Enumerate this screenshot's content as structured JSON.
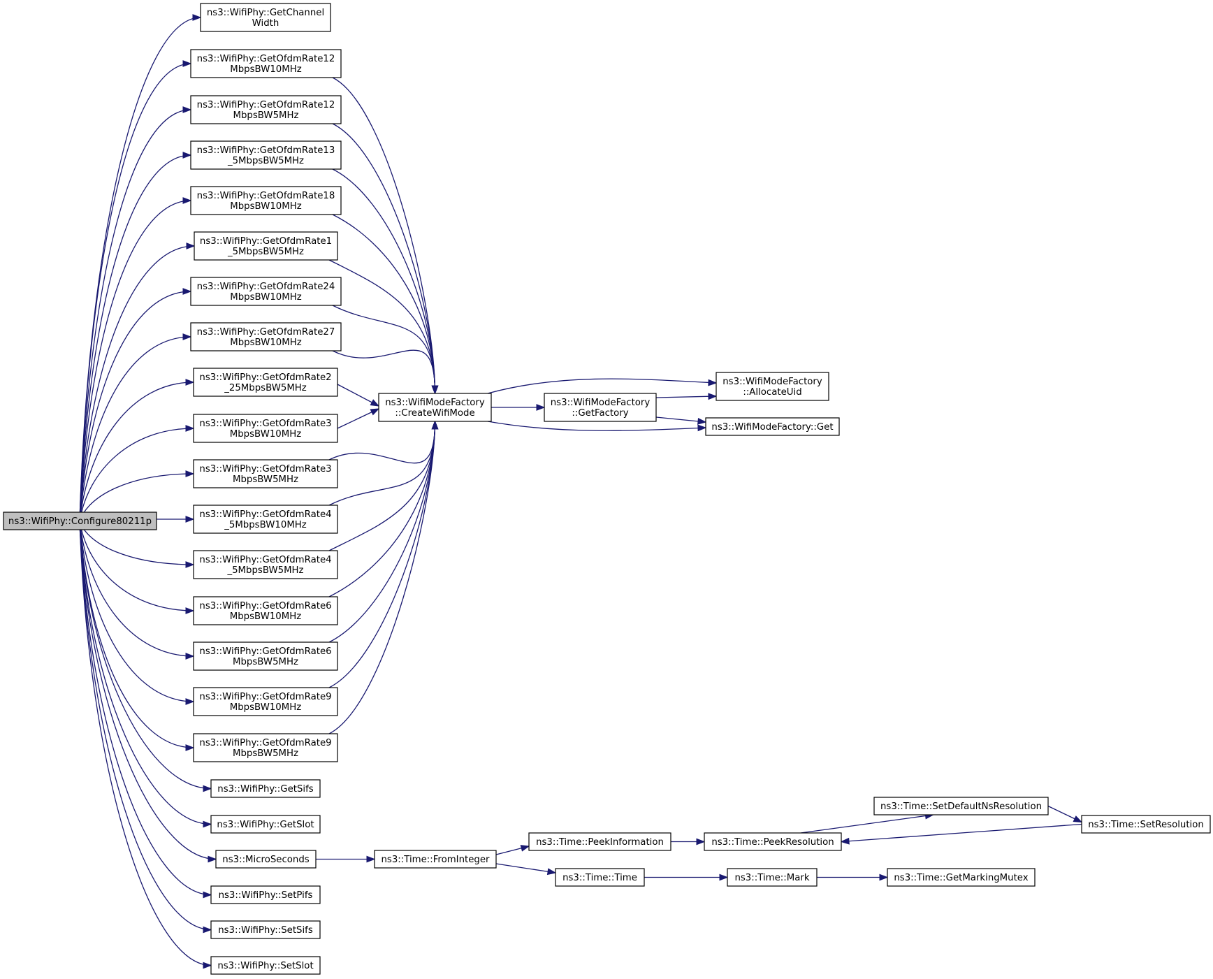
{
  "diagram": {
    "title": "",
    "colors": {
      "edge": "#191970",
      "node_border": "#000000",
      "root_fill": "#bfbfbf",
      "node_fill": "#ffffff",
      "background": "#ffffff"
    },
    "nodes": [
      {
        "id": "configure",
        "lines": [
          "ns3::WifiPhy::Configure80211p"
        ],
        "root": true
      },
      {
        "id": "getChannelWidth",
        "lines": [
          "ns3::WifiPhy::GetChannel",
          "Width"
        ]
      },
      {
        "id": "r12_10",
        "lines": [
          "ns3::WifiPhy::GetOfdmRate12",
          "MbpsBW10MHz"
        ]
      },
      {
        "id": "r12_5",
        "lines": [
          "ns3::WifiPhy::GetOfdmRate12",
          "MbpsBW5MHz"
        ]
      },
      {
        "id": "r13_5",
        "lines": [
          "ns3::WifiPhy::GetOfdmRate13",
          "_5MbpsBW5MHz"
        ]
      },
      {
        "id": "r18_10",
        "lines": [
          "ns3::WifiPhy::GetOfdmRate18",
          "MbpsBW10MHz"
        ]
      },
      {
        "id": "r1_5",
        "lines": [
          "ns3::WifiPhy::GetOfdmRate1",
          "_5MbpsBW5MHz"
        ]
      },
      {
        "id": "r24_10",
        "lines": [
          "ns3::WifiPhy::GetOfdmRate24",
          "MbpsBW10MHz"
        ]
      },
      {
        "id": "r27_10",
        "lines": [
          "ns3::WifiPhy::GetOfdmRate27",
          "MbpsBW10MHz"
        ]
      },
      {
        "id": "r2_25",
        "lines": [
          "ns3::WifiPhy::GetOfdmRate2",
          "_25MbpsBW5MHz"
        ]
      },
      {
        "id": "r3_10",
        "lines": [
          "ns3::WifiPhy::GetOfdmRate3",
          "MbpsBW10MHz"
        ]
      },
      {
        "id": "r3_5",
        "lines": [
          "ns3::WifiPhy::GetOfdmRate3",
          "MbpsBW5MHz"
        ]
      },
      {
        "id": "r4_10",
        "lines": [
          "ns3::WifiPhy::GetOfdmRate4",
          "_5MbpsBW10MHz"
        ]
      },
      {
        "id": "r4_5",
        "lines": [
          "ns3::WifiPhy::GetOfdmRate4",
          "_5MbpsBW5MHz"
        ]
      },
      {
        "id": "r6_10",
        "lines": [
          "ns3::WifiPhy::GetOfdmRate6",
          "MbpsBW10MHz"
        ]
      },
      {
        "id": "r6_5",
        "lines": [
          "ns3::WifiPhy::GetOfdmRate6",
          "MbpsBW5MHz"
        ]
      },
      {
        "id": "r9_10",
        "lines": [
          "ns3::WifiPhy::GetOfdmRate9",
          "MbpsBW10MHz"
        ]
      },
      {
        "id": "r9_5",
        "lines": [
          "ns3::WifiPhy::GetOfdmRate9",
          "MbpsBW5MHz"
        ]
      },
      {
        "id": "getSifs",
        "lines": [
          "ns3::WifiPhy::GetSifs"
        ]
      },
      {
        "id": "getSlot",
        "lines": [
          "ns3::WifiPhy::GetSlot"
        ]
      },
      {
        "id": "micro",
        "lines": [
          "ns3::MicroSeconds"
        ]
      },
      {
        "id": "setPifs",
        "lines": [
          "ns3::WifiPhy::SetPifs"
        ]
      },
      {
        "id": "setSifs",
        "lines": [
          "ns3::WifiPhy::SetSifs"
        ]
      },
      {
        "id": "setSlot",
        "lines": [
          "ns3::WifiPhy::SetSlot"
        ]
      },
      {
        "id": "create",
        "lines": [
          "ns3::WifiModeFactory",
          "::CreateWifiMode"
        ]
      },
      {
        "id": "getFactory",
        "lines": [
          "ns3::WifiModeFactory",
          "::GetFactory"
        ]
      },
      {
        "id": "alloc",
        "lines": [
          "ns3::WifiModeFactory",
          "::AllocateUid"
        ]
      },
      {
        "id": "wmfGet",
        "lines": [
          "ns3::WifiModeFactory::Get"
        ]
      },
      {
        "id": "fromInt",
        "lines": [
          "ns3::Time::FromInteger"
        ]
      },
      {
        "id": "peekInfo",
        "lines": [
          "ns3::Time::PeekInformation"
        ]
      },
      {
        "id": "timeTime",
        "lines": [
          "ns3::Time::Time"
        ]
      },
      {
        "id": "peekRes",
        "lines": [
          "ns3::Time::PeekResolution"
        ]
      },
      {
        "id": "mark",
        "lines": [
          "ns3::Time::Mark"
        ]
      },
      {
        "id": "setDef",
        "lines": [
          "ns3::Time::SetDefaultNsResolution"
        ]
      },
      {
        "id": "setRes",
        "lines": [
          "ns3::Time::SetResolution"
        ]
      },
      {
        "id": "getMut",
        "lines": [
          "ns3::Time::GetMarkingMutex"
        ]
      }
    ],
    "edges": [
      [
        "configure",
        "getChannelWidth"
      ],
      [
        "configure",
        "r12_10"
      ],
      [
        "configure",
        "r12_5"
      ],
      [
        "configure",
        "r13_5"
      ],
      [
        "configure",
        "r18_10"
      ],
      [
        "configure",
        "r1_5"
      ],
      [
        "configure",
        "r24_10"
      ],
      [
        "configure",
        "r27_10"
      ],
      [
        "configure",
        "r2_25"
      ],
      [
        "configure",
        "r3_10"
      ],
      [
        "configure",
        "r3_5"
      ],
      [
        "configure",
        "r4_10"
      ],
      [
        "configure",
        "r4_5"
      ],
      [
        "configure",
        "r6_10"
      ],
      [
        "configure",
        "r6_5"
      ],
      [
        "configure",
        "r9_10"
      ],
      [
        "configure",
        "r9_5"
      ],
      [
        "configure",
        "getSifs"
      ],
      [
        "configure",
        "getSlot"
      ],
      [
        "configure",
        "micro"
      ],
      [
        "configure",
        "setPifs"
      ],
      [
        "configure",
        "setSifs"
      ],
      [
        "configure",
        "setSlot"
      ],
      [
        "r12_10",
        "create"
      ],
      [
        "r12_5",
        "create"
      ],
      [
        "r13_5",
        "create"
      ],
      [
        "r18_10",
        "create"
      ],
      [
        "r1_5",
        "create"
      ],
      [
        "r24_10",
        "create"
      ],
      [
        "r27_10",
        "create"
      ],
      [
        "r2_25",
        "create"
      ],
      [
        "r3_10",
        "create"
      ],
      [
        "r3_5",
        "create"
      ],
      [
        "r4_10",
        "create"
      ],
      [
        "r4_5",
        "create"
      ],
      [
        "r6_10",
        "create"
      ],
      [
        "r6_5",
        "create"
      ],
      [
        "r9_10",
        "create"
      ],
      [
        "r9_5",
        "create"
      ],
      [
        "create",
        "alloc"
      ],
      [
        "create",
        "getFactory"
      ],
      [
        "create",
        "wmfGet"
      ],
      [
        "getFactory",
        "alloc"
      ],
      [
        "getFactory",
        "wmfGet"
      ],
      [
        "micro",
        "fromInt"
      ],
      [
        "fromInt",
        "peekInfo"
      ],
      [
        "fromInt",
        "timeTime"
      ],
      [
        "peekInfo",
        "peekRes"
      ],
      [
        "peekRes",
        "setDef"
      ],
      [
        "setDef",
        "setRes"
      ],
      [
        "setRes",
        "peekRes"
      ],
      [
        "timeTime",
        "mark"
      ],
      [
        "mark",
        "getMut"
      ]
    ]
  }
}
